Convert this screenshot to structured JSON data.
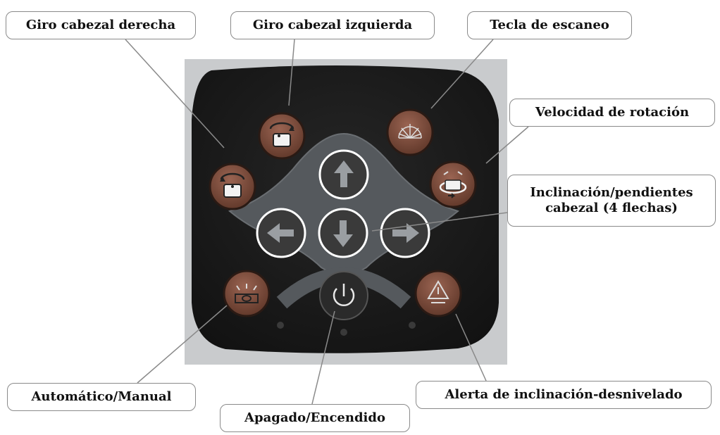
{
  "callouts": {
    "rotate_right": "Giro cabezal derecha",
    "rotate_left": "Giro cabezal izquierda",
    "scan_key": "Tecla de escaneo",
    "rotation_speed": "Velocidad de rotación",
    "tilt_line1": "Inclinación/pendientes",
    "tilt_line2": "cabezal (4 flechas)",
    "auto_manual": "Automático/Manual",
    "power": "Apagado/Encendido",
    "tilt_alert": "Alerta de inclinación-desnivelado"
  },
  "colors": {
    "panel": "#1c1c1c",
    "frame": "#c9cbcd",
    "dpad": "#5a5e62",
    "button_brown": "#7a4b3a",
    "button_gray": "#3a3a3a",
    "leader": "#8a8a8a"
  },
  "icons": [
    "rotate-right-icon",
    "rotate-left-icon",
    "scan-icon",
    "rotation-speed-icon",
    "arrow-up-icon",
    "arrow-left-icon",
    "arrow-down-icon",
    "arrow-right-icon",
    "auto-manual-icon",
    "power-icon",
    "tilt-alert-icon"
  ]
}
